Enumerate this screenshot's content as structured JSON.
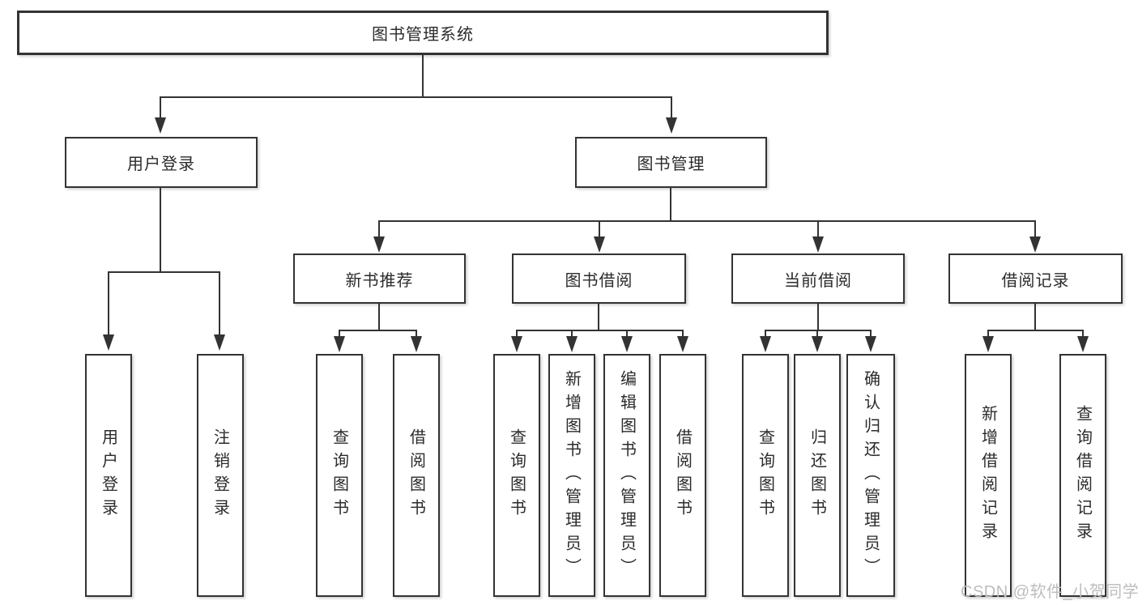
{
  "tree": {
    "root": {
      "label": "图书管理系统"
    },
    "branches": [
      {
        "label": "用户登录",
        "leaves": [
          {
            "label": "用户登录"
          },
          {
            "label": "注销登录"
          }
        ]
      },
      {
        "label": "图书管理",
        "groups": [
          {
            "label": "新书推荐",
            "leaves": [
              {
                "label": "查询图书"
              },
              {
                "label": "借阅图书"
              }
            ]
          },
          {
            "label": "图书借阅",
            "leaves": [
              {
                "label": "查询图书"
              },
              {
                "label": "新增图书（管理员）"
              },
              {
                "label": "编辑图书（管理员）"
              },
              {
                "label": "借阅图书"
              }
            ]
          },
          {
            "label": "当前借阅",
            "leaves": [
              {
                "label": "查询图书"
              },
              {
                "label": "归还图书"
              },
              {
                "label": "确认归还（管理员）"
              }
            ]
          },
          {
            "label": "借阅记录",
            "leaves": [
              {
                "label": "新增借阅记录"
              },
              {
                "label": "查询借阅记录"
              }
            ]
          }
        ]
      }
    ]
  },
  "watermark": {
    "text": "CSDN @软件_小贺同学"
  },
  "colors": {
    "line": "#333333",
    "text": "#2b2b2b",
    "background": "#ffffff",
    "watermark": "#bdbdbd"
  }
}
